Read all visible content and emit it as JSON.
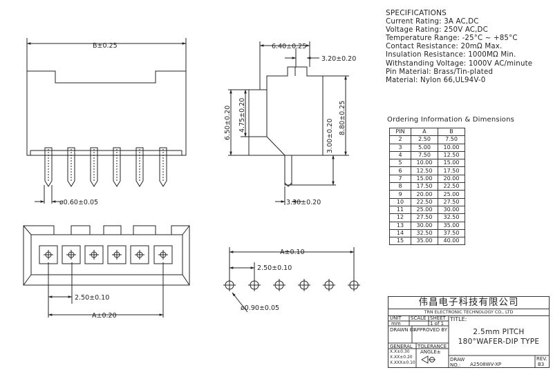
{
  "specifications": {
    "heading": "SPECIFICATIONS",
    "lines": [
      "Current Rating: 3A AC,DC",
      "Voltage Rating: 250V AC,DC",
      "Temperature Range: -25°C ~ +85°C",
      "Contact Resistance: 20mΩ Max.",
      "Insulation Resistance: 1000MΩ Min.",
      "Withstanding Voltage: 1000V AC/minute",
      "Pin Material: Brass/Tin-plated",
      "Material: Nylon 66,UL94V-0"
    ]
  },
  "ordering": {
    "title": "Ordering Information & Dimensions",
    "headers": [
      "PIN",
      "A",
      "B"
    ],
    "rows": [
      [
        "2",
        "2.50",
        "7.50"
      ],
      [
        "3",
        "5.00",
        "10.00"
      ],
      [
        "4",
        "7.50",
        "12.50"
      ],
      [
        "5",
        "10.00",
        "15.00"
      ],
      [
        "6",
        "12.50",
        "17.50"
      ],
      [
        "7",
        "15.00",
        "20.00"
      ],
      [
        "8",
        "17.50",
        "22.50"
      ],
      [
        "9",
        "20.00",
        "25.00"
      ],
      [
        "10",
        "22.50",
        "27.50"
      ],
      [
        "11",
        "25.00",
        "30.00"
      ],
      [
        "12",
        "27.50",
        "32.50"
      ],
      [
        "13",
        "30.00",
        "35.00"
      ],
      [
        "14",
        "32.50",
        "37.50"
      ],
      [
        "15",
        "35.00",
        "40.00"
      ]
    ]
  },
  "dimensions": {
    "front_width": "B±0.25",
    "pin_diameter": "ø0.60±0.05",
    "side_width": "6.40±0.25",
    "side_top": "3.20±0.20",
    "side_h1": "6.50±0.20",
    "side_h2": "4.75±0.20",
    "side_h3": "8.80±0.25",
    "side_h4": "3.00±0.20",
    "side_pin": "3.30±0.20",
    "top_pitch": "2.50±0.10",
    "top_a": "A±0.20",
    "pcb_a": "A±0.10",
    "pcb_pitch": "2.50±0.10",
    "pcb_hole": "ø0.90±0.05"
  },
  "title_block": {
    "company_cn": "伟昌电子科技有限公司",
    "company_en": "TRN ELECTRONIC TECHNOLOGY CO., LTD",
    "unit_label": "UNIT",
    "unit_value": "mm",
    "scale_label": "SCALE",
    "sheet_label": "SHEET",
    "sheet_value": "1 of 1",
    "title_label": "TITLE:",
    "drawn_by": "DRAWN BY",
    "approved_by": "APPROVED BY",
    "general": "GENERAL",
    "tolerance": "TOLERANCE",
    "tol1": "X.X±0.30",
    "tol2": "X.XX±0.20",
    "tol3": "X.XXX±0.10",
    "angle": "ANGLE±",
    "title_line1": "2.5mm PITCH",
    "title_line2": "180°WAFER-DIP TYPE",
    "draw_no_label": "DRAW NO.:",
    "draw_no": "A2508WV-XP",
    "rev_label": "REV.",
    "rev": "B3"
  }
}
